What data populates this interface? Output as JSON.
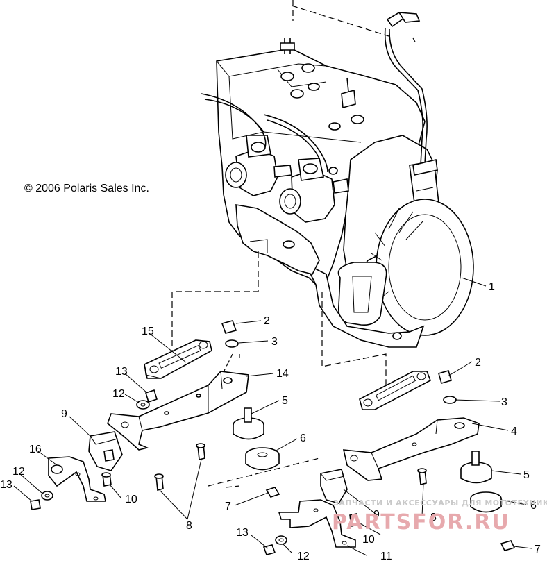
{
  "copyright": "© 2006 Polaris Sales Inc.",
  "watermark": {
    "small": "ЗАПЧАСТИ И АКСЕССУАРЫ ДЛЯ МОТОТЕХНИКИ",
    "large": "PARTSFOR.RU"
  },
  "callouts": [
    "1",
    "2",
    "3",
    "15",
    "14",
    "13",
    "12",
    "9",
    "16",
    "13",
    "12",
    "5",
    "6",
    "10",
    "7",
    "8",
    "2",
    "3",
    "4",
    "5",
    "6",
    "9",
    "8",
    "10",
    "13",
    "12",
    "11",
    "7"
  ]
}
